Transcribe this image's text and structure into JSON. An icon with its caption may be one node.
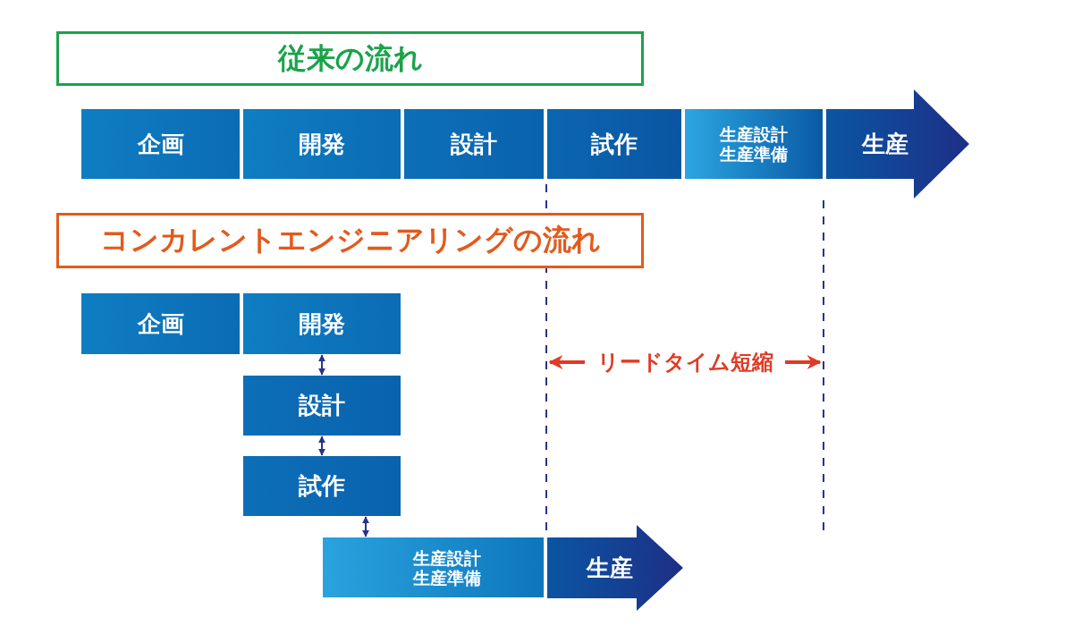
{
  "diagram": {
    "nodes": [
      {
        "text": [
          "従来の流れ"
        ]
      },
      {
        "text": [
          "企画"
        ]
      },
      {
        "text": [
          "開発"
        ]
      },
      {
        "text": [
          "設計"
        ]
      },
      {
        "text": [
          "試作"
        ]
      },
      {
        "text": [
          "生産設計生産準備"
        ]
      },
      {
        "text": [
          "生産"
        ]
      },
      {
        "text": [
          "コンカレントエンジニアリングの流れ"
        ]
      },
      {
        "text": [
          "企画"
        ]
      },
      {
        "text": [
          "開発"
        ]
      },
      {
        "text": [
          "設計"
        ]
      },
      {
        "text": [
          "試作"
        ]
      },
      {
        "text": [
          "生産設計生産準備"
        ]
      },
      {
        "text": [
          "生産"
        ]
      }
    ],
    "edges": [
      {
        "from": 9,
        "to": 10,
        "arrow": "both"
      },
      {
        "from": 10,
        "to": 11,
        "arrow": "both"
      },
      {
        "from": 11,
        "to": 12,
        "arrow": "both"
      }
    ],
    "labels": [
      "リードタイム短縮"
    ]
  }
}
